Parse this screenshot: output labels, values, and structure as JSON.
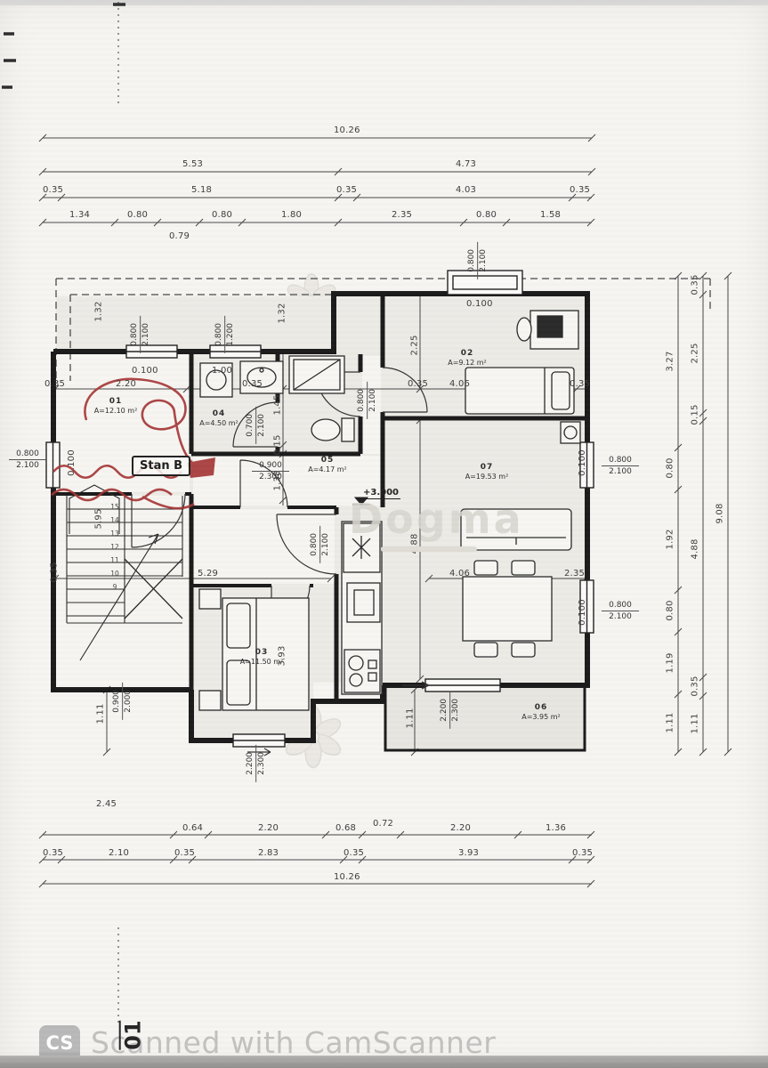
{
  "apartment": {
    "name": "Stan B",
    "level_mark": "+3.000"
  },
  "rooms": {
    "hall": {
      "num": "01",
      "area": "A=12.10 m²"
    },
    "bedroom1": {
      "num": "02",
      "area": "A=9.12 m²"
    },
    "bedroom2": {
      "num": "03",
      "area": "A=11.50 m²"
    },
    "bathroom": {
      "num": "04",
      "area": "A=4.50 m²"
    },
    "wc": {
      "num": "05",
      "area": "A=4.17 m²"
    },
    "terrace": {
      "num": "06",
      "area": "A=3.95 m²"
    },
    "living": {
      "num": "07",
      "area": "A=19.53 m²"
    }
  },
  "dims": {
    "top_total": "10.26",
    "top_row2": [
      "5.53",
      "4.73"
    ],
    "top_row3": [
      "0.35",
      "5.18",
      "0.35",
      "4.03",
      "0.35"
    ],
    "top_row4": [
      "1.34",
      "0.80",
      "0.80",
      "1.80",
      "2.35",
      "0.80",
      "1.58"
    ],
    "top_row4_below": "0.79",
    "bottom_left_offset": "2.45",
    "bottom_row1": [
      "0.64",
      "2.20",
      "0.68",
      "0.72",
      "2.20",
      "1.36"
    ],
    "bottom_row2": [
      "0.35",
      "2.10",
      "0.35",
      "2.83",
      "0.35",
      "3.93",
      "0.35"
    ],
    "bottom_total": "10.26",
    "right_chain1": [
      "3.27",
      "0.80",
      "1.92",
      "0.80",
      "1.19",
      "1.11"
    ],
    "right_chain2": [
      "0.35",
      "2.25",
      "0.15",
      "4.88",
      "0.35",
      "1.11"
    ],
    "right_total": "9.08",
    "inner": {
      "hall_width": "2.20",
      "wall": "0.35",
      "sill": "0.100",
      "basin": "1.00",
      "bed1_depth": "2.25",
      "bed1_width": "4.06",
      "living_width": "4.06",
      "living_len": "4.88",
      "win_seg": "2.35",
      "bath": "1.45",
      "w015": "0.15",
      "wc": "1.38",
      "stair_len": "5.95",
      "corridor": "5.29",
      "bed2_width": "3.93",
      "edge": "1.11",
      "roof": "1.32"
    }
  },
  "openings": {
    "door_std_w": "0.800",
    "door_std_h": "2.100",
    "win_low_h": "1.200",
    "door_bath_w": "0.700",
    "door_main_w": "0.900",
    "door_main_h": "2.300",
    "entry_w": "0.900",
    "entry_h": "2.000",
    "terrace_w": "2.200",
    "terrace_h": "2.300"
  },
  "stairs": {
    "steps": "15\n14\n13\n12\n11\n10\n9"
  },
  "watermark": {
    "brand": "Dogma"
  },
  "footer": {
    "badge": "CS",
    "text": "Scanned with CamScanner",
    "page_mark": "01"
  }
}
